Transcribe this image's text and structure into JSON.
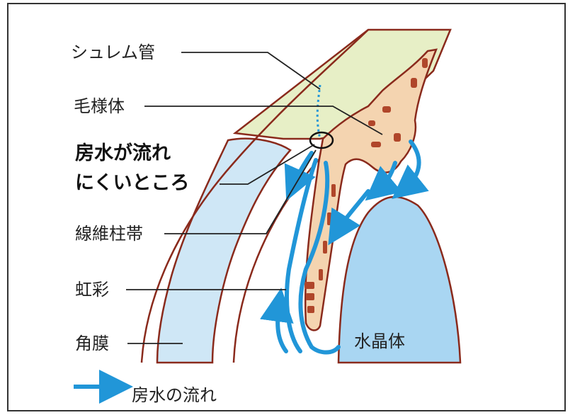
{
  "labels": {
    "schlemm": "シュレム管",
    "ciliary_body": "毛様体",
    "hard_flow_line1": "房水が流れ",
    "hard_flow_line2": "にくいところ",
    "zonule": "線維柱帯",
    "iris": "虹彩",
    "cornea": "角膜",
    "lens": "水晶体"
  },
  "legend": {
    "label": "房水の流れ"
  },
  "colors": {
    "cornea_fill": "#cfe7f6",
    "lens_fill": "#a9d6f2",
    "sclera_fill": "#e7efc6",
    "tissue_fill": "#f4d4b0",
    "tissue_dark": "#b0462a",
    "outline": "#8a2a1c",
    "flow_arrow": "#2196d8",
    "leader_line": "#222222"
  }
}
